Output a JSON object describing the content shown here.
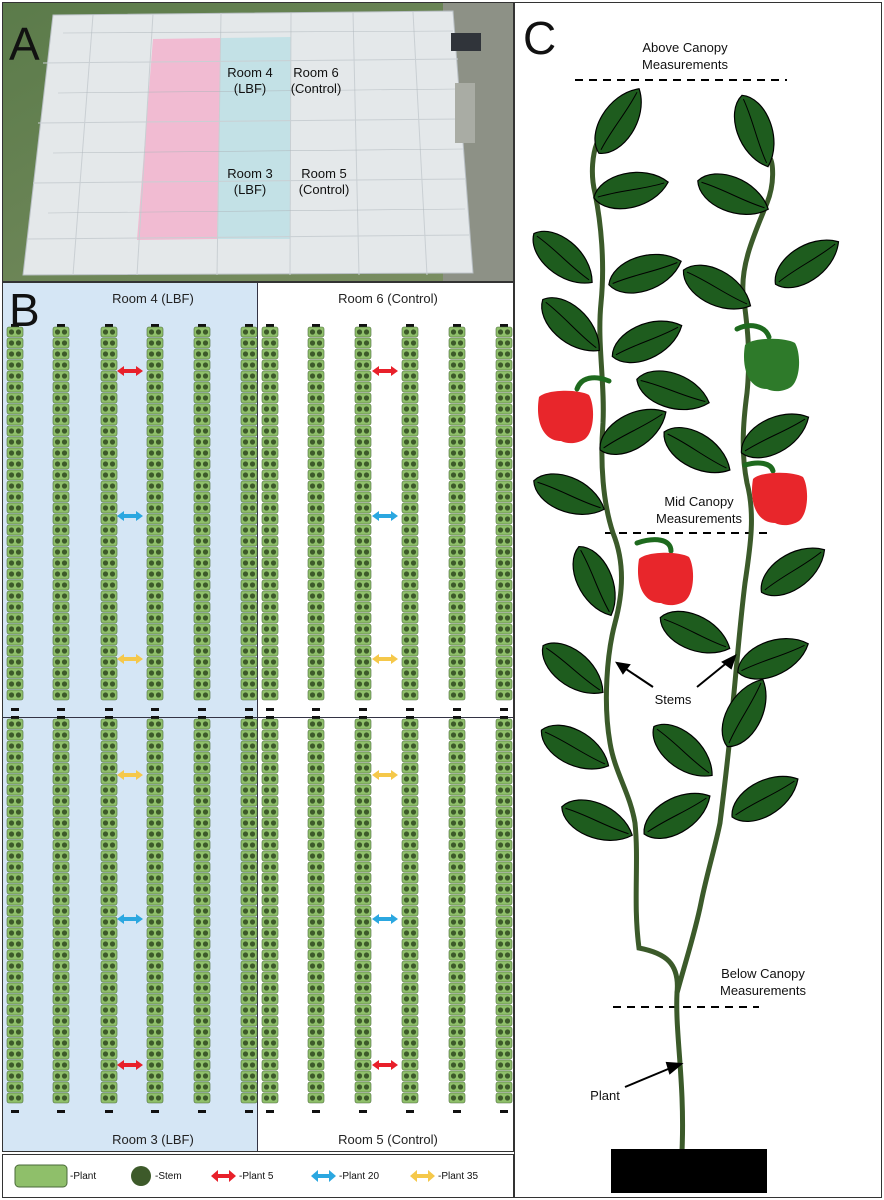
{
  "panels": {
    "a": "A",
    "b": "B",
    "c": "C"
  },
  "panel_a": {
    "rooms": [
      {
        "line1": "Room 4",
        "line2": "(LBF)"
      },
      {
        "line1": "Room 6",
        "line2": "(Control)"
      },
      {
        "line1": "Room 3",
        "line2": "(LBF)"
      },
      {
        "line1": "Room 5",
        "line2": "(Control)"
      }
    ]
  },
  "panel_b": {
    "rooms": {
      "top_left": "Room 4 (LBF)",
      "top_right": "Room 6 (Control)",
      "bottom_left": "Room 3 (LBF)",
      "bottom_right": "Room 5 (Control)"
    },
    "colors": {
      "lbf_fill": "#d5e6f5",
      "plant": "#8fbf6a",
      "stem": "#3d5a2a",
      "plant5": "#e8202a",
      "plant20": "#2ba7e0",
      "plant35": "#f5c84a"
    }
  },
  "legend": {
    "plant": "-Plant",
    "stem": "-Stem",
    "plant5": "-Plant 5",
    "plant20": "-Plant 20",
    "plant35": "-Plant 35"
  },
  "panel_c": {
    "above_1": "Above Canopy",
    "above_2": "Measurements",
    "mid_1": "Mid Canopy",
    "mid_2": "Measurements",
    "below_1": "Below Canopy",
    "below_2": "Measurements",
    "stems": "Stems",
    "plant": "Plant",
    "colors": {
      "leaf": "#1e5c1e",
      "stem": "#3b5a2a",
      "pepper_red": "#e8262b",
      "pepper_green": "#2e7a2a",
      "pot": "#000000"
    }
  }
}
